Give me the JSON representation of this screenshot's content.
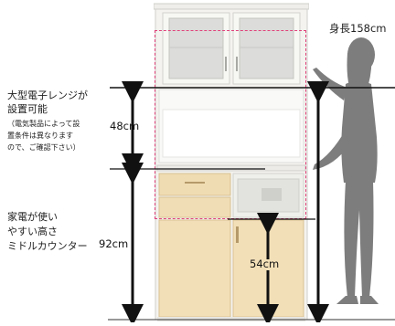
{
  "figure": {
    "height_label": "身長158cm",
    "microwave_note": {
      "lines": [
        "大型電子レンジが",
        "設置可能"
      ],
      "sub_lines": [
        "（電気製品によって設",
        "置条件は異なります",
        "ので、ご確認下さい）"
      ]
    },
    "appliance_note": {
      "lines": [
        "家電が使い",
        "やすい高さ",
        "ミドルカウンター"
      ]
    },
    "dimensions": {
      "upper_gap_label": "48cm",
      "counter_height_label": "92cm",
      "lower_space_label": "54cm"
    }
  },
  "colors": {
    "cabinet_white": "#f3f2ee",
    "wood_panel": "#f0dcb2",
    "dashed_frame": "#e0417a",
    "silhouette": "#7d7d7d",
    "arrow": "#111111"
  }
}
